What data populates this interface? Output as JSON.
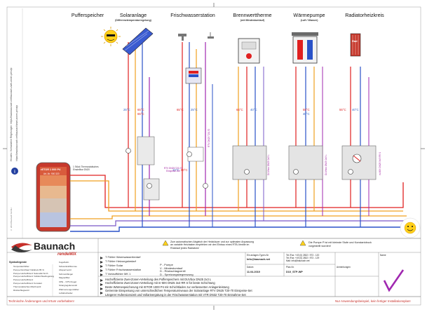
{
  "columns": [
    {
      "title": "Pufferspeicher",
      "sub": ""
    },
    {
      "title": "Solaranlage",
      "sub": "(Differenztemperaturregelung)"
    },
    {
      "title": "Frischwasserstation",
      "sub": ""
    },
    {
      "title": "Brennwerttherme",
      "sub": "(mit Mindestumlauf)"
    },
    {
      "title": "Wärmepumpe",
      "sub": "(Luft / Wasser)"
    },
    {
      "title": "Radiatorheizkreis",
      "sub": ""
    }
  ],
  "temps": {
    "solar_a": "25°C",
    "solar_b": "65°C",
    "solar_c": "65°C",
    "fws_a": "65°C",
    "fws_b": "25°C",
    "bw_a": "65°C",
    "bw_b": "40°C",
    "wp_a": "55°C",
    "wp_b": "40°C",
    "rad_a": "55°C",
    "rad_b": "40°C",
    "fws_low_a": "10°C",
    "fws_low_b": "60°C",
    "buf_a": "65°C",
    "buf_b": "25°C"
  },
  "labels": {
    "buffer_name": "rETOR 1 000 P4",
    "buffer_sub": "Art.-Nr. 900 320",
    "fws_unit": "RTV DN25 T20-70",
    "fws_unit_sub": "Entnahme-Set",
    "bw_unit": "DUVbox DN25 2x3 L",
    "wp_unit": "DUVbox DN25 2x3 L",
    "rad_unit": "m-MIX DN25 3x3 RR S",
    "solar_unit": "RTV DN25 T20-70",
    "solar_unit_sub": "Einspeise-Set",
    "rad_red": "Rad",
    "tank_thermo": "1 Stück Thermostatisches Einstellbar DN20"
  },
  "notes": {
    "note_left": "Zum automatischen Abgleich der Heizkörper und zur optimalen Anpassung an variable Heizlasten empfehlen wir den Einbau eines RTB-Ventile im Rücklauf jedes Radiators!",
    "note_right_1": "Die Pumpe P",
    "note_right_2": "ist mit kleinste Stufe und Konstantdruck vorgestellt worden!"
  },
  "brand": {
    "name": "Baunach",
    "sub": "rendeMIX"
  },
  "legend_left_title": "Symbollegende",
  "legend_items": [
    "Temperaturfühler",
    "Pumpe Durchlauf Volldruck 85 %",
    "Pumpe Hocheffizienz Sekundär 6m/h",
    "Pumpe Hocheffizienz Volldurchlaufregelung",
    "Pumpe Hocheffizienz",
    "Pumpe Hocheffizienz Konstant",
    "Thermostatisches Mischventil",
    "Rückschlagventil"
  ],
  "legend_items_2": [
    "Kugelhahn",
    "Schwerkraftbremse",
    "Absperrventil",
    "Schmutzfänger",
    "Magnetfilter",
    "UPE - / RTV-Kugel",
    "Strangregulierventil",
    "Wärmemengenzähler",
    "Luftabscheider"
  ],
  "sensors": [
    "Fühler Warmwasserbedarf",
    "Fühler Heizungsbedarf",
    "Fühler Solar",
    "Fühler Frischwasserstation",
    "Vorlauffühler MK 1"
  ],
  "sensor_codes": [
    "T",
    "T",
    "T",
    "T",
    "T"
  ],
  "sensor_codes_right": [
    "P",
    "V",
    "D",
    "D"
  ],
  "sensor_right": [
    "- Pumpe",
    "- Mindestumlauf",
    "- Rückschlagventil",
    "- Spreizungsbegrenzung"
  ],
  "product_lines": [
    "Hocheffiziente Zwei-Zonen-Verteilung des Pufferspeichers mit DUVbox DN25 2x3 L",
    "Hocheffiziente Zwei-Zonen-Verteilung mit m-MIX DN25 3x3 RR S für beste Schichtung",
    "Beste Wärmespeicherung mit rETOR 1000 P4 mit Schichtladen zur verbesserten Anlagenleistung",
    "Getrennte Einspeisung von unterschiedlichen Temperaturniveaus der Solaranlage RTV DN25 T20-70 Einspeise-Set",
    "Längerer Hufensionszeit und Vollartvergütung in der Frischwasserstation mit VTR DN32 T20-70 Entnahme-Set"
  ],
  "meta": {
    "author_label": "Ein anlagen-Typen-Nr",
    "author": "Info@baunach.net",
    "date_label": "Datum",
    "date": "11.04.2019",
    "plan_label": "Plan-Nr.",
    "plan": "D10_STP-WP",
    "contact_1": "Tel./Fax: +49 (0) 2832 / 973 - 120",
    "contact_2": "Tel./Fax: +49 (0) 2832 / 973 - 129",
    "contact_3": "Mail: info@baunach.net",
    "company": "info@baunach.net",
    "remarks_label": "Anmerkungen",
    "name_label": "Name"
  },
  "footer_left": "Technische Änderungen und Irrtum vorbehalten!",
  "footer_right": "Nur Anwendungsbeispiel, kein fertiger Installationsplan!",
  "side_text_1": "Hinweis: Vorhandene Regelungen: https://www.baunach.net/baunach-zwei-zonen-prinzip",
  "side_text_2": "https://www.baunach.net/baunach/zwei-zonen-prinzip",
  "side_bottom": "© 2019 Baunach GmbH",
  "colors": {
    "hot": "#e02020",
    "warm": "#f0a020",
    "cold": "#2a52c8",
    "purple": "#a028b0",
    "buffer": "#c7392c"
  }
}
